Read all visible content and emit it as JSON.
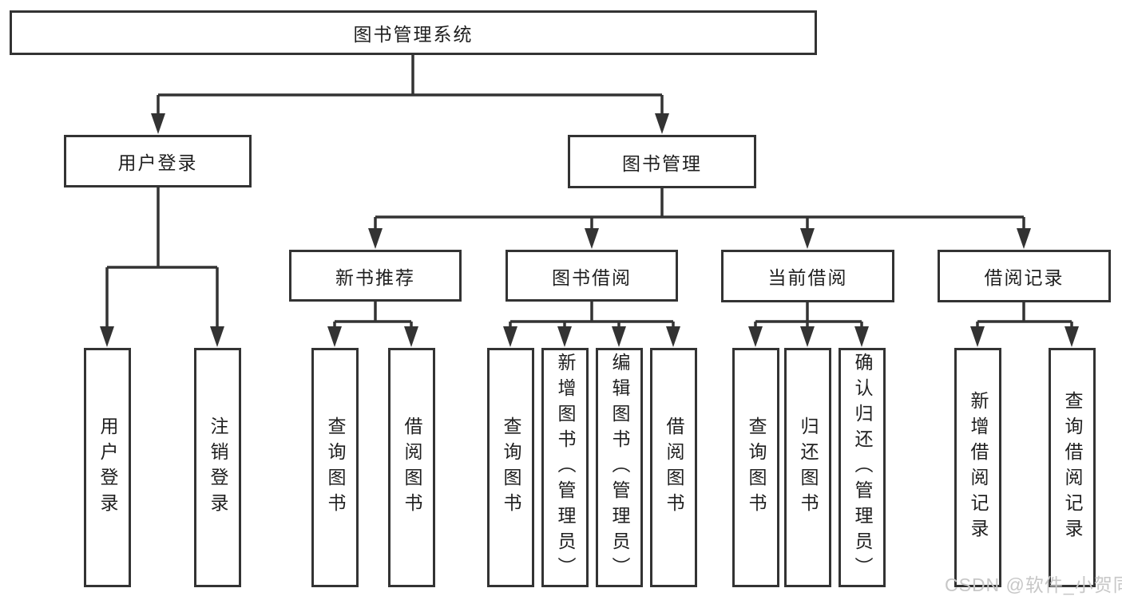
{
  "diagram": {
    "root": {
      "label": "图书管理系统"
    },
    "branches": [
      {
        "label": "用户登录",
        "children": [
          {
            "label": "用户登录"
          },
          {
            "label": "注销登录"
          }
        ]
      },
      {
        "label": "图书管理",
        "children": [
          {
            "label": "新书推荐",
            "children": [
              {
                "label": "查询图书"
              },
              {
                "label": "借阅图书"
              }
            ]
          },
          {
            "label": "图书借阅",
            "children": [
              {
                "label": "查询图书"
              },
              {
                "label": "新增图书（管理员）"
              },
              {
                "label": "编辑图书（管理员）"
              },
              {
                "label": "借阅图书"
              }
            ]
          },
          {
            "label": "当前借阅",
            "children": [
              {
                "label": "查询图书"
              },
              {
                "label": "归还图书"
              },
              {
                "label": "确认归还（管理员）"
              }
            ]
          },
          {
            "label": "借阅记录",
            "children": [
              {
                "label": "新增借阅记录"
              },
              {
                "label": "查询借阅记录"
              }
            ]
          }
        ]
      }
    ]
  },
  "watermark": {
    "text": "CSDN @软件_小贺同学"
  },
  "colors": {
    "line": "#333333",
    "box_border": "#333333",
    "text": "#1f1f1f",
    "watermark": "#c7c7c7",
    "background": "#ffffff"
  }
}
